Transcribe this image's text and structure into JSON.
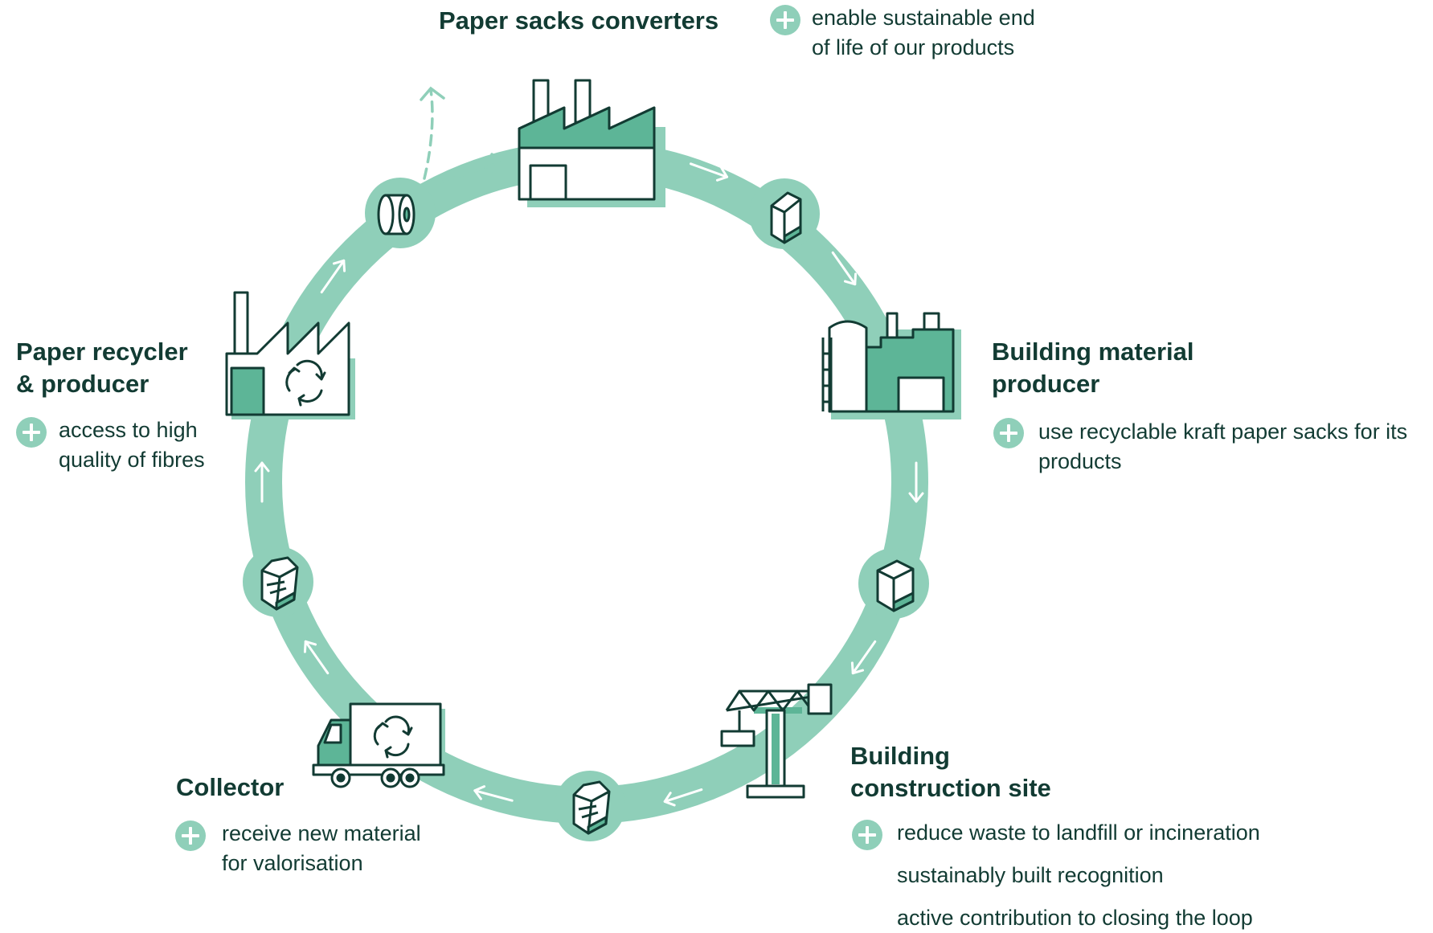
{
  "colors": {
    "ring": "#8fcfb9",
    "accent": "#5db597",
    "dark": "#123b33",
    "white": "#ffffff"
  },
  "nodes": {
    "paper_sacks_converters": {
      "title": "Paper sacks converters",
      "benefits": [
        "enable sustainable end",
        "of life of our products"
      ],
      "icon": "factory-icon"
    },
    "building_material_producer": {
      "title_lines": [
        "Building material",
        "producer"
      ],
      "benefits": [
        "use recyclable kraft paper sacks for its",
        "products"
      ],
      "icon": "plant-silo-icon"
    },
    "building_construction_site": {
      "title_lines": [
        "Building",
        "construction site"
      ],
      "benefits": [
        "reduce waste to landfill or incineration",
        "sustainably built recognition",
        "active contribution to closing the loop"
      ],
      "icon": "crane-icon"
    },
    "collector": {
      "title": "Collector",
      "benefits": [
        "receive new material",
        "for valorisation"
      ],
      "icon": "recycling-truck-icon"
    },
    "paper_recycler_producer": {
      "title_lines": [
        "Paper recycler",
        "& producer"
      ],
      "benefits": [
        "access to high",
        "quality of fibres"
      ],
      "icon": "recycling-factory-icon"
    }
  },
  "small_icons": [
    "paper-roll-icon",
    "empty-sack-icon",
    "filled-sack-icon",
    "crumpled-sack-icon",
    "crumpled-sack-icon"
  ]
}
